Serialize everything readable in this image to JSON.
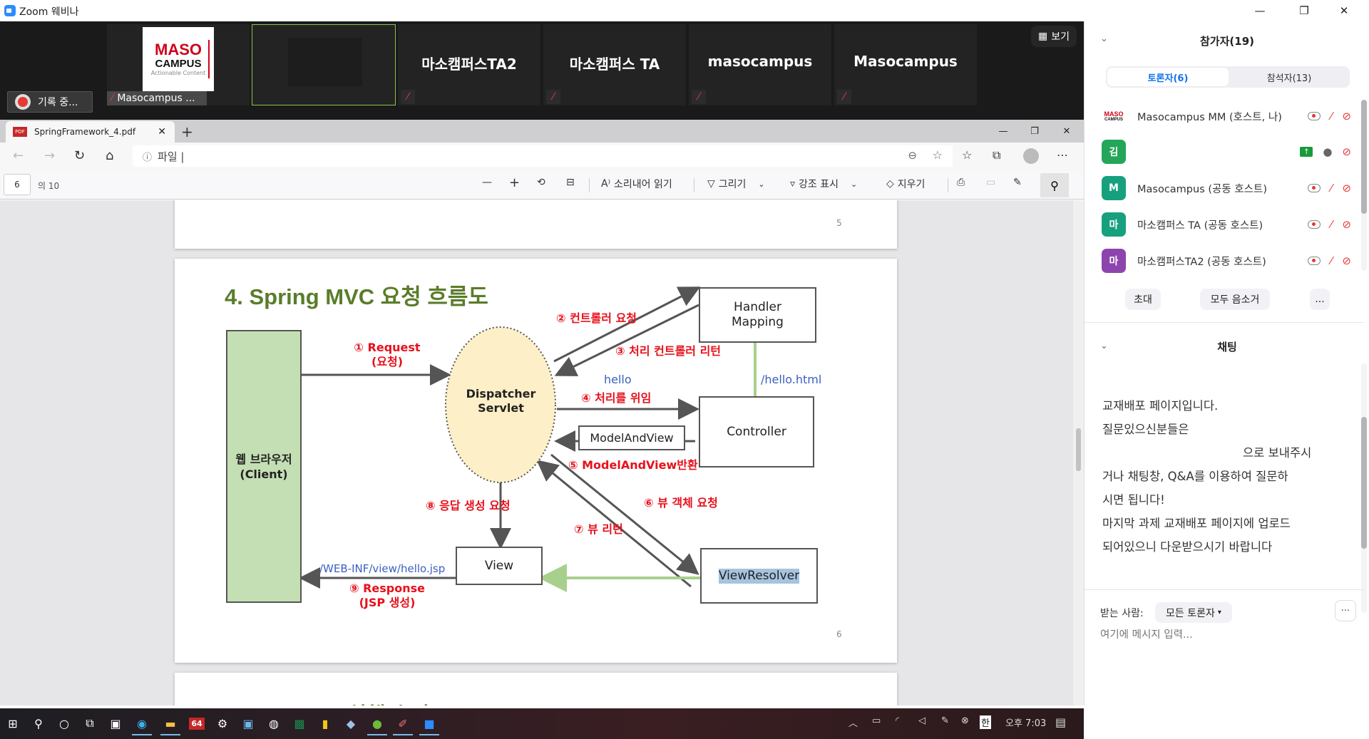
{
  "window": {
    "title": "Zoom 웨비나",
    "minimize": "—",
    "maximize": "❐",
    "close": "✕"
  },
  "video_strip": {
    "tiles": [
      {
        "name": "Masocampus ...",
        "logo": {
          "line1": "MASO",
          "line2": "CAMPUS",
          "line3": "Actionable Content"
        }
      },
      {
        "name": ""
      },
      {
        "name": "마소캠퍼스TA2"
      },
      {
        "name": "마소캠퍼스 TA"
      },
      {
        "name": "masocampus"
      },
      {
        "name": "Masocampus"
      }
    ],
    "view_button": "보기",
    "recording": "기록 중..."
  },
  "browser": {
    "tab_title": "SpringFramework_4.pdf",
    "tab_close": "✕",
    "new_tab": "+",
    "address": "파일  |",
    "controls": {
      "minimize": "—",
      "maximize": "❐",
      "close": "✕"
    }
  },
  "pdf_toolbar": {
    "page_current": "6",
    "page_of": "의 10",
    "zoom_out": "—",
    "zoom_in": "+",
    "read_aloud": "소리내어 읽기",
    "draw": "그리기",
    "highlight": "강조 표시",
    "erase": "지우기"
  },
  "pdf": {
    "prev_page_number": "5",
    "current_page_number": "6",
    "next_page_title": "Spring MVC 실행 순서",
    "slide": {
      "title": "4. Spring MVC 요청 흐름도",
      "nodes": {
        "client": "웹 브라우저\n(Client)",
        "dispatcher": "Dispatcher\nServlet",
        "handler_mapping": "Handler\nMapping",
        "controller": "Controller",
        "model_and_view": "ModelAndView",
        "view": "View",
        "view_resolver": "ViewResolver"
      },
      "labels": {
        "step1": "① Request\n(요청)",
        "step2": "② 컨트롤러 요청",
        "step3": "③ 처리 컨트롤러 리턴",
        "step4": "④ 처리를 위임",
        "step5": "⑤ ModelAndView반환",
        "step6": "⑥ 뷰 객체 요청",
        "step7": "⑦ 뷰 리턴",
        "step8": "⑧ 응답 생성 요청",
        "step9": "⑨ Response\n(JSP 생성)",
        "hello": "hello",
        "hello_html": "/hello.html",
        "jsp_path": "/WEB-INF/view/hello.jsp"
      }
    }
  },
  "participants_panel": {
    "title": "참가자(19)",
    "tabs": [
      {
        "label": "토론자(6)",
        "active": true
      },
      {
        "label": "참석자(13)",
        "active": false
      }
    ],
    "participants": [
      {
        "name": "Masocampus MM (호스트, 나)",
        "avatar": "logo",
        "avatar_text": "MASO",
        "avatar_sub": "CAMPUS",
        "color": "#ffffff"
      },
      {
        "name": "",
        "avatar": "김",
        "color": "#23a55a",
        "sharing": true
      },
      {
        "name": "Masocampus (공동 호스트)",
        "avatar": "M",
        "color": "#17a07e"
      },
      {
        "name": "마소캠퍼스 TA (공동 호스트)",
        "avatar": "마",
        "color": "#17a07e"
      },
      {
        "name": "마소캠퍼스TA2 (공동 호스트)",
        "avatar": "마",
        "color": "#8e44ad"
      }
    ],
    "buttons": {
      "invite": "초대",
      "mute_all": "모두 음소거",
      "more": "..."
    }
  },
  "chat_panel": {
    "title": "채팅",
    "messages": [
      "교재배포 페이지입니다.",
      "질문있으신분들은",
      "으로 보내주시",
      "거나 채팅창, Q&A를 이용하여 질문하",
      "시면 됩니다!",
      "마지막 과제 교재배포 페이지에 업로드",
      "되어있으니 다운받으시기 바랍니다"
    ],
    "to_label": "받는 사람:",
    "to_value": "모든 토론자",
    "more": "···",
    "input_placeholder": "여기에 메시지 입력..."
  },
  "taskbar": {
    "apps": [
      "windows-start",
      "search",
      "cortana",
      "task-view",
      "store",
      "edge",
      "file-explorer",
      "hxd-64",
      "settings",
      "remote-desktop",
      "pen-app",
      "excel",
      "power-bi",
      "notepad",
      "spring-tool",
      "paint-app",
      "zoom"
    ],
    "app_label_64": "64",
    "ime": "한",
    "clock": "오후 7:03"
  },
  "colors": {
    "slide_title": "#5a7d2a",
    "red_label": "#e8101b",
    "blue_label": "#3a5fbf",
    "client_fill": "#c5dfb4",
    "dispatcher_fill": "#fdefc8",
    "green_arrow": "#a8d08d"
  }
}
